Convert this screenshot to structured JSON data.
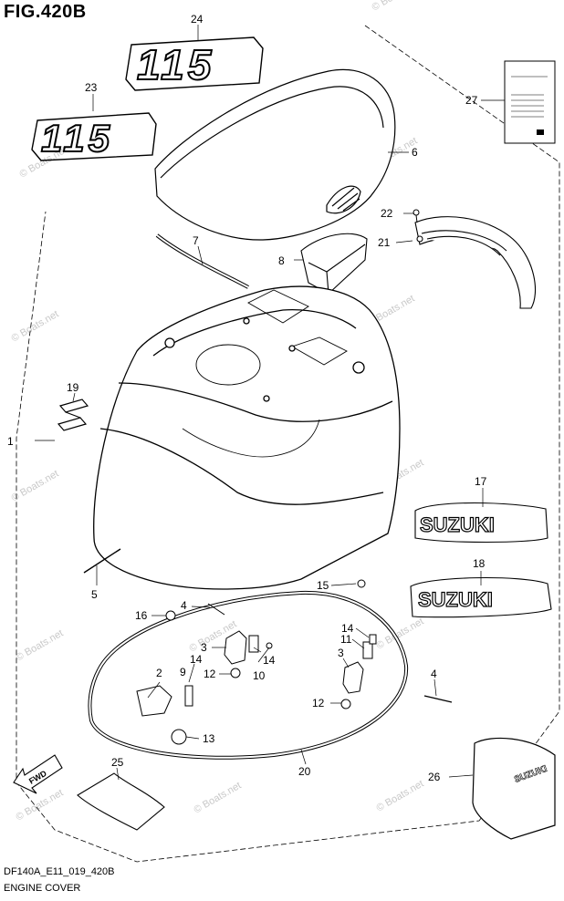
{
  "figure": {
    "title": "FIG.420B"
  },
  "footer": {
    "code": "DF140A_E11_019_420B",
    "name": "ENGINE COVER"
  },
  "watermark": "© Boats.net",
  "decals": {
    "model_number": "115",
    "brand": "SUZUKI",
    "fwd_label": "FWD",
    "box_brand": "SUZUKI"
  },
  "callouts": [
    "1",
    "2",
    "3",
    "3",
    "4",
    "4",
    "5",
    "6",
    "7",
    "8",
    "9",
    "10",
    "11",
    "12",
    "12",
    "13",
    "14",
    "14",
    "14",
    "15",
    "16",
    "17",
    "18",
    "19",
    "20",
    "21",
    "22",
    "23",
    "24",
    "25",
    "26",
    "27"
  ]
}
